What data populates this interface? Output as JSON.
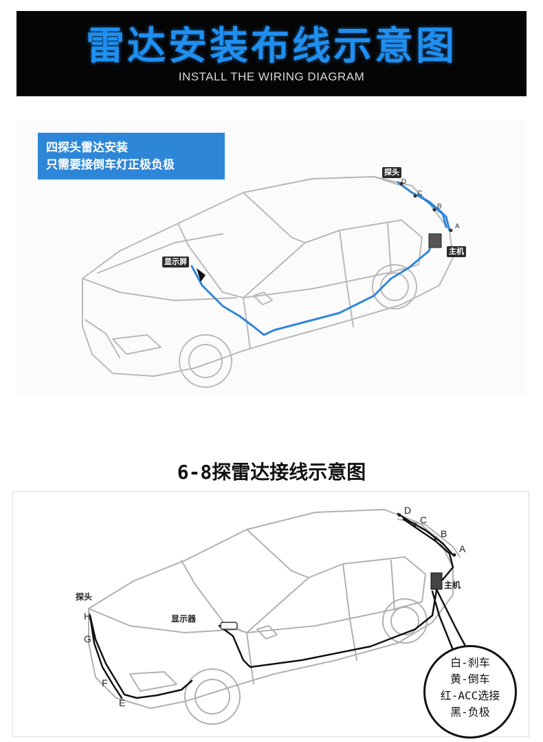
{
  "header": {
    "title": "雷达安装布线示意图",
    "subtitle": "INSTALL THE WIRING DIAGRAM"
  },
  "diagram1": {
    "info_line1": "四探头雷达安装",
    "info_line2": "只需要接倒车灯正极负极",
    "label_probe": "探头",
    "label_display": "显示屏",
    "label_host": "主机",
    "probe_letters": [
      "D",
      "C",
      "B",
      "A"
    ],
    "wire_color": "#2e86d8"
  },
  "diagram2": {
    "title": "6-8探雷达接线示意图",
    "label_probe_front": "探头",
    "label_display": "显示器",
    "label_host": "主机",
    "rear_letters": [
      "D",
      "C",
      "B",
      "A"
    ],
    "front_letters": [
      "H",
      "G",
      "F",
      "E"
    ],
    "wire_legend": [
      "白-刹车",
      "黄-倒车",
      "红-ACC选接",
      "黑-负极"
    ],
    "wire_color": "#111111"
  }
}
